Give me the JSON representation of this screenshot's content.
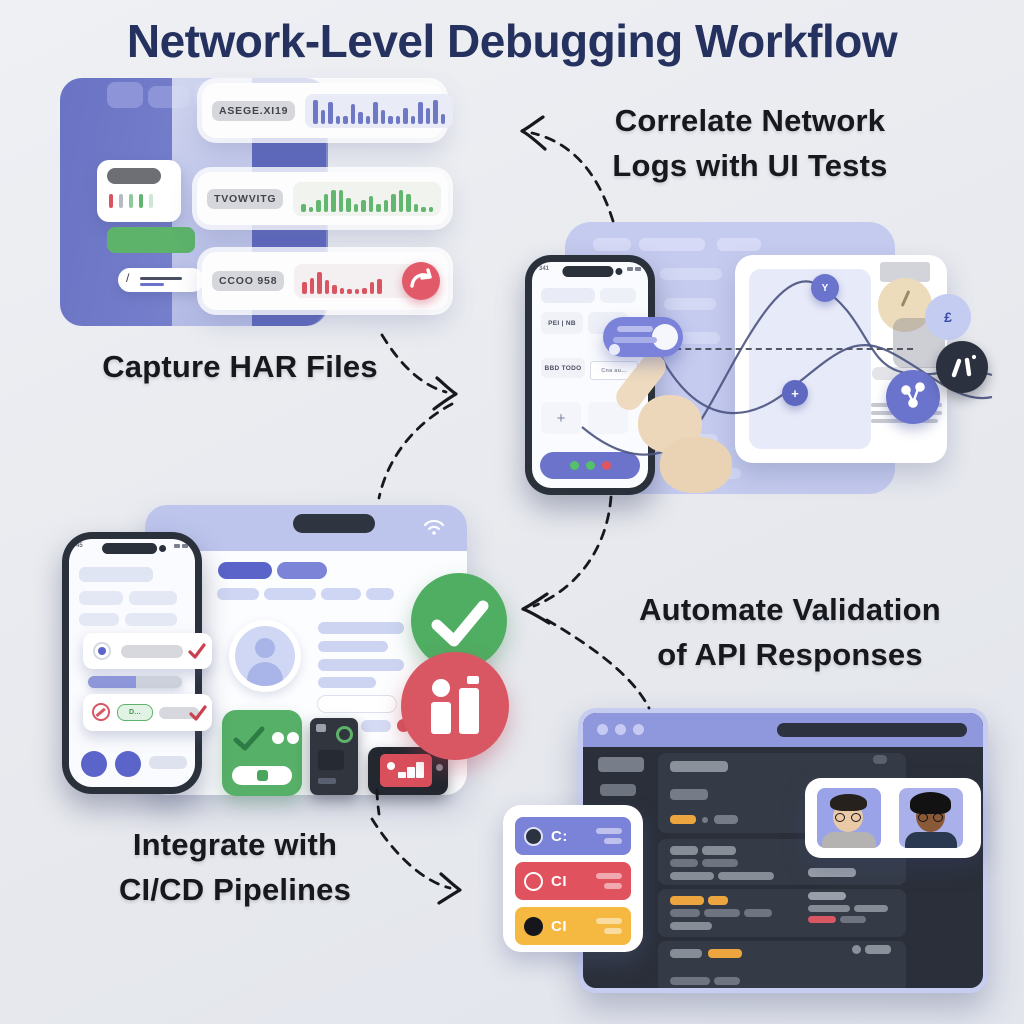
{
  "title": "Network-Level Debugging Workflow",
  "labels": {
    "capture": "Capture HAR Files",
    "correlate_line1": "Correlate Network",
    "correlate_line2": "Logs with UI Tests",
    "automate_line1": "Automate Validation",
    "automate_line2": "of API Responses",
    "integrate_line1": "Integrate with",
    "integrate_line2": "CI/CD Pipelines"
  },
  "har_cards": [
    {
      "label": "ASEGE.XI19",
      "bar_color": "#6f78c5",
      "values": [
        24,
        14,
        22,
        8,
        8,
        20,
        12,
        8,
        22,
        14,
        8,
        8,
        16,
        8,
        22,
        16,
        24,
        10
      ]
    },
    {
      "label": "TVOWVITG",
      "bar_color": "#63b66f",
      "values": [
        8,
        5,
        12,
        18,
        22,
        22,
        14,
        8,
        12,
        16,
        8,
        12,
        18,
        22,
        18,
        8,
        5,
        5
      ]
    },
    {
      "label": "CCOO 958",
      "bar_color": "#d95561",
      "values": [
        12,
        16,
        22,
        14,
        9,
        6,
        5,
        5,
        6,
        12,
        15
      ],
      "action_icon": "redo-arrow-icon"
    }
  ],
  "capture_ticks": [
    "#d9545e",
    "#b7bac1",
    "#8fca9b",
    "#62b571",
    "#cde8d2"
  ],
  "top_phone": {
    "status": "341",
    "row1": "PEI | NB",
    "row2": "BBD TODO",
    "tooltip": "Cna au...",
    "status_dots": [
      "#54c06a",
      "#54c06a",
      "#e05560"
    ]
  },
  "mid_phone": {
    "status": "45",
    "chip": "D..."
  },
  "ci_card": {
    "rows": [
      {
        "label": "C:",
        "color": "#7b83d9"
      },
      {
        "label": "CI",
        "color": "#e0525e"
      },
      {
        "label": "CI",
        "color": "#f5b942"
      }
    ]
  },
  "palette": {
    "background": "#e8eaef",
    "title": "#25315e",
    "purple_panel": "#6a73c4",
    "accent_purple": "#6a74cc",
    "light_purple": "#c5cbef",
    "green": "#4fae62",
    "red": "#d85763",
    "orange": "#eda63f",
    "dark": "#2b313c"
  }
}
